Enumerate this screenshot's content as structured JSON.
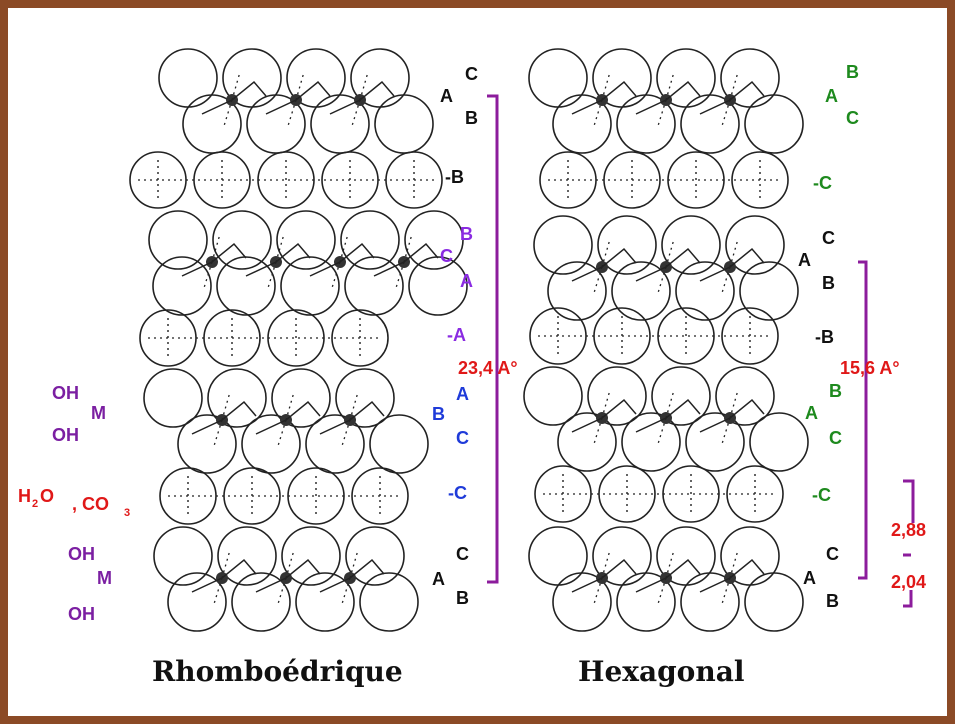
{
  "colors": {
    "frame": "#8b4a26",
    "black": "#111111",
    "purple": "#8a2be2",
    "darkPurple": "#7b1fa2",
    "blue": "#1f3bd9",
    "green": "#1e8a1e",
    "red": "#e01818",
    "bracketPurple": "#8c1c9c"
  },
  "titles": {
    "left": "Rhomboédrique",
    "right": "Hexagonal"
  },
  "distances": {
    "rhombo": "23,4 A°",
    "hexa": "15,6 A°",
    "interlayer": "2,88",
    "sheet": "2,04"
  },
  "layer_labels": {
    "A": "A",
    "B": "B",
    "C": "C",
    "minus_A": "-A",
    "minus_B": "-B",
    "minus_C": "-C"
  },
  "interlayer_species": {
    "OH": "OH",
    "M": "M",
    "H": "H",
    "two": "2",
    "O": "O",
    "comma_co": ", CO",
    "three": "3"
  },
  "icons": {
    "atom": "circle-outline",
    "metal": "filled-dot"
  }
}
